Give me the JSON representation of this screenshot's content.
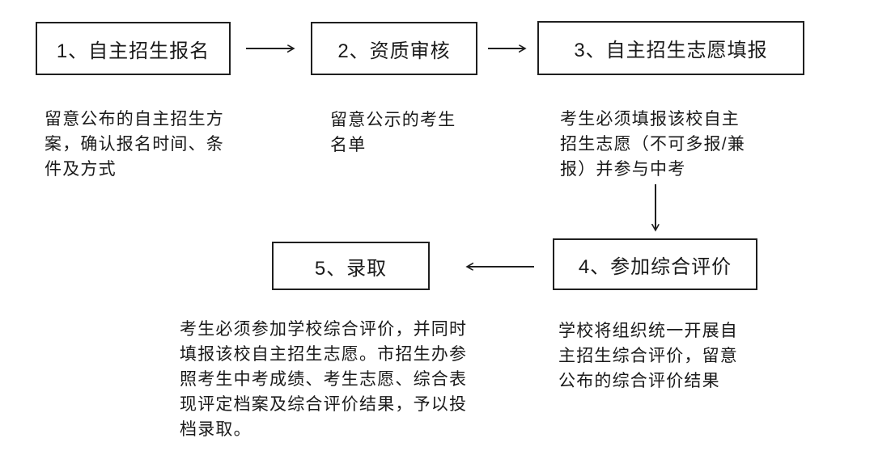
{
  "flow": {
    "steps": [
      {
        "id": "1",
        "label": "1、自主招生报名",
        "description": "留意公布的自主招生方案，确认报名时间、条件及方式"
      },
      {
        "id": "2",
        "label": "2、资质审核",
        "description": "留意公示的考生名单"
      },
      {
        "id": "3",
        "label": "3、自主招生志愿填报",
        "description": "考生必须填报该校自主招生志愿（不可多报/兼报）并参与中考"
      },
      {
        "id": "4",
        "label": "4、参加综合评价",
        "description": "学校将组织统一开展自主招生综合评价，留意公布的综合评价结果"
      },
      {
        "id": "5",
        "label": "5、录取",
        "description": "考生必须参加学校综合评价，并同时填报该校自主招生志愿。市招生办参照考生中考成绩、考生志愿、综合表现评定档案及综合评价结果，予以投档录取。"
      }
    ],
    "arrows": [
      {
        "from": "1",
        "to": "2",
        "direction": "right"
      },
      {
        "from": "2",
        "to": "3",
        "direction": "right"
      },
      {
        "from": "3",
        "to": "4",
        "direction": "down"
      },
      {
        "from": "4",
        "to": "5",
        "direction": "left"
      }
    ],
    "colors": {
      "line": "#1f1f1f",
      "text": "#1a1a1a",
      "background": "#ffffff"
    }
  }
}
